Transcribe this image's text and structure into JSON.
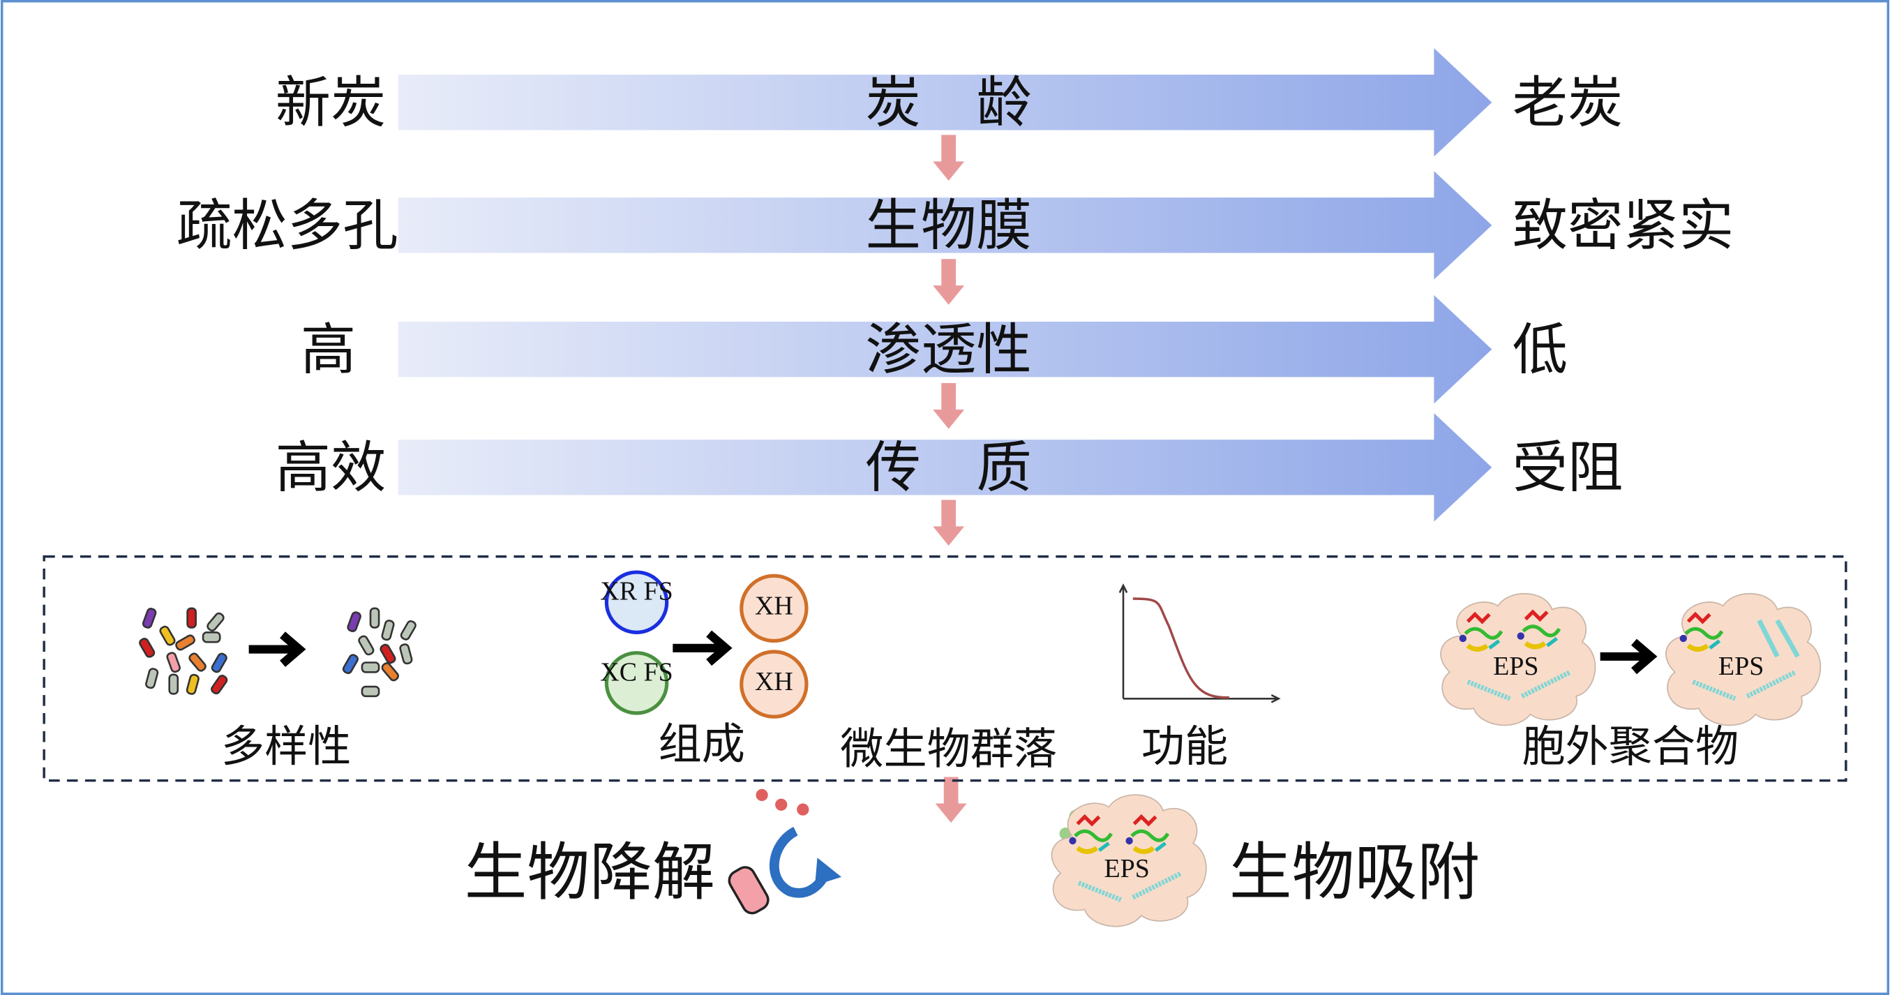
{
  "rows": [
    {
      "left": "新炭",
      "center": "炭　龄",
      "right": "老炭"
    },
    {
      "left": "疏松多孔",
      "center": "生物膜",
      "right": "致密紧实"
    },
    {
      "left": "高",
      "center": "渗透性",
      "right": "低"
    },
    {
      "left": "高效",
      "center": "传　质",
      "right": "受阻"
    }
  ],
  "community": {
    "title": "微生物群落",
    "items": [
      "多样性",
      "组成",
      "功能",
      "胞外聚合物"
    ],
    "composition_before": [
      "XR FS",
      "XC FS"
    ],
    "composition_after": [
      "XH",
      "XH"
    ],
    "eps_label": "EPS"
  },
  "outcomes": {
    "degradation": "生物降解",
    "adsorption": "生物吸附"
  },
  "colors": {
    "arrow_start": "#e8ecf9",
    "arrow_end": "#8ea6e8",
    "down_arrow": "#e89a9a",
    "frame": "#5b8fd0",
    "dash": "#1f2d45"
  }
}
